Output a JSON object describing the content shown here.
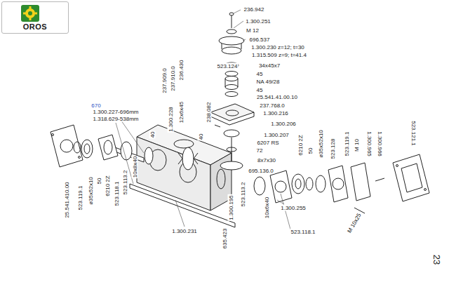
{
  "diagram": {
    "nodes": [
      {
        "text": [
          "OROS"
        ]
      }
    ],
    "labels": [
      "236.942",
      "1.300.251",
      "M 12",
      "696.537",
      "1.300.230 z=12; t=30",
      "1.315.509 z=9; t=41.4",
      "34x45x7",
      "523.124",
      "45",
      "NA 49/28",
      "45",
      "25.541.41.00.10",
      "237.768.0",
      "1.300.216",
      "1.300.206",
      "1.300.207",
      "6207 RS",
      "72",
      "8x7x30",
      "695.136.0",
      "236.430",
      "237.910.0",
      "237.909.0",
      "12x6x45",
      "1.300.228",
      "238.082",
      "40",
      "40",
      "1.300.227-696mm",
      "1.318.629-538mm",
      "670",
      "25.541.410.00",
      "523.119.1",
      "ø35x52x10",
      "50",
      "6210 2Z",
      "523.118.1",
      "523.113.2",
      "10x8x40",
      "1.300.231",
      "635.423",
      "1.300.195",
      "523.113.2",
      "10x6x40",
      "1.300.255",
      "523.118.1",
      "6210 2Z",
      "50",
      "ø35x52x10",
      "523.128",
      "523.119.1",
      "M 10",
      "1.300.965",
      "1.300.966",
      "523.121.1",
      "M 10x25",
      "23"
    ]
  }
}
